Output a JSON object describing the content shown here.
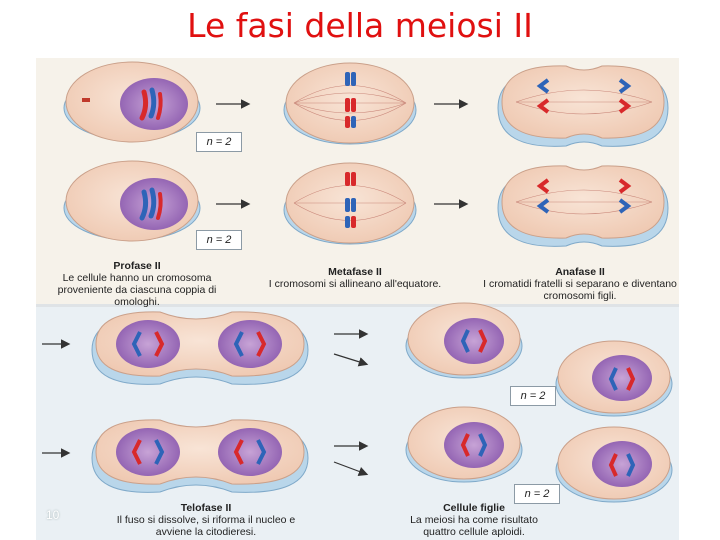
{
  "slide": {
    "title": "Le fasi della meiosi II",
    "page_number": "10"
  },
  "n_labels": [
    "n = 2",
    "n = 2",
    "n = 2",
    "n = 2"
  ],
  "captions": {
    "profase": {
      "title": "Profase II",
      "text": "Le cellule hanno un cromosoma proveniente da ciascuna coppia di omologhi."
    },
    "metafase": {
      "title": "Metafase II",
      "text": "I cromosomi si allineano all'equatore."
    },
    "anafase": {
      "title": "Anafase II",
      "text": "I cromatidi fratelli si separano e diventano cromosomi figli."
    },
    "telofase": {
      "title": "Telofase II",
      "text": "Il fuso si dissolve, si riforma il nucleo e avviene la citodieresi."
    },
    "cellule": {
      "title": "Cellule figlie",
      "text": "La meiosi ha come risultato quattro cellule aploidi."
    }
  },
  "colors": {
    "title": "#e01010",
    "chrom_red": "#d8292b",
    "chrom_blue": "#2e64b8",
    "cytoplasm": "#f3d6c4",
    "nucleus": "#9a6fb3",
    "membrane": "#9ec3dd"
  }
}
